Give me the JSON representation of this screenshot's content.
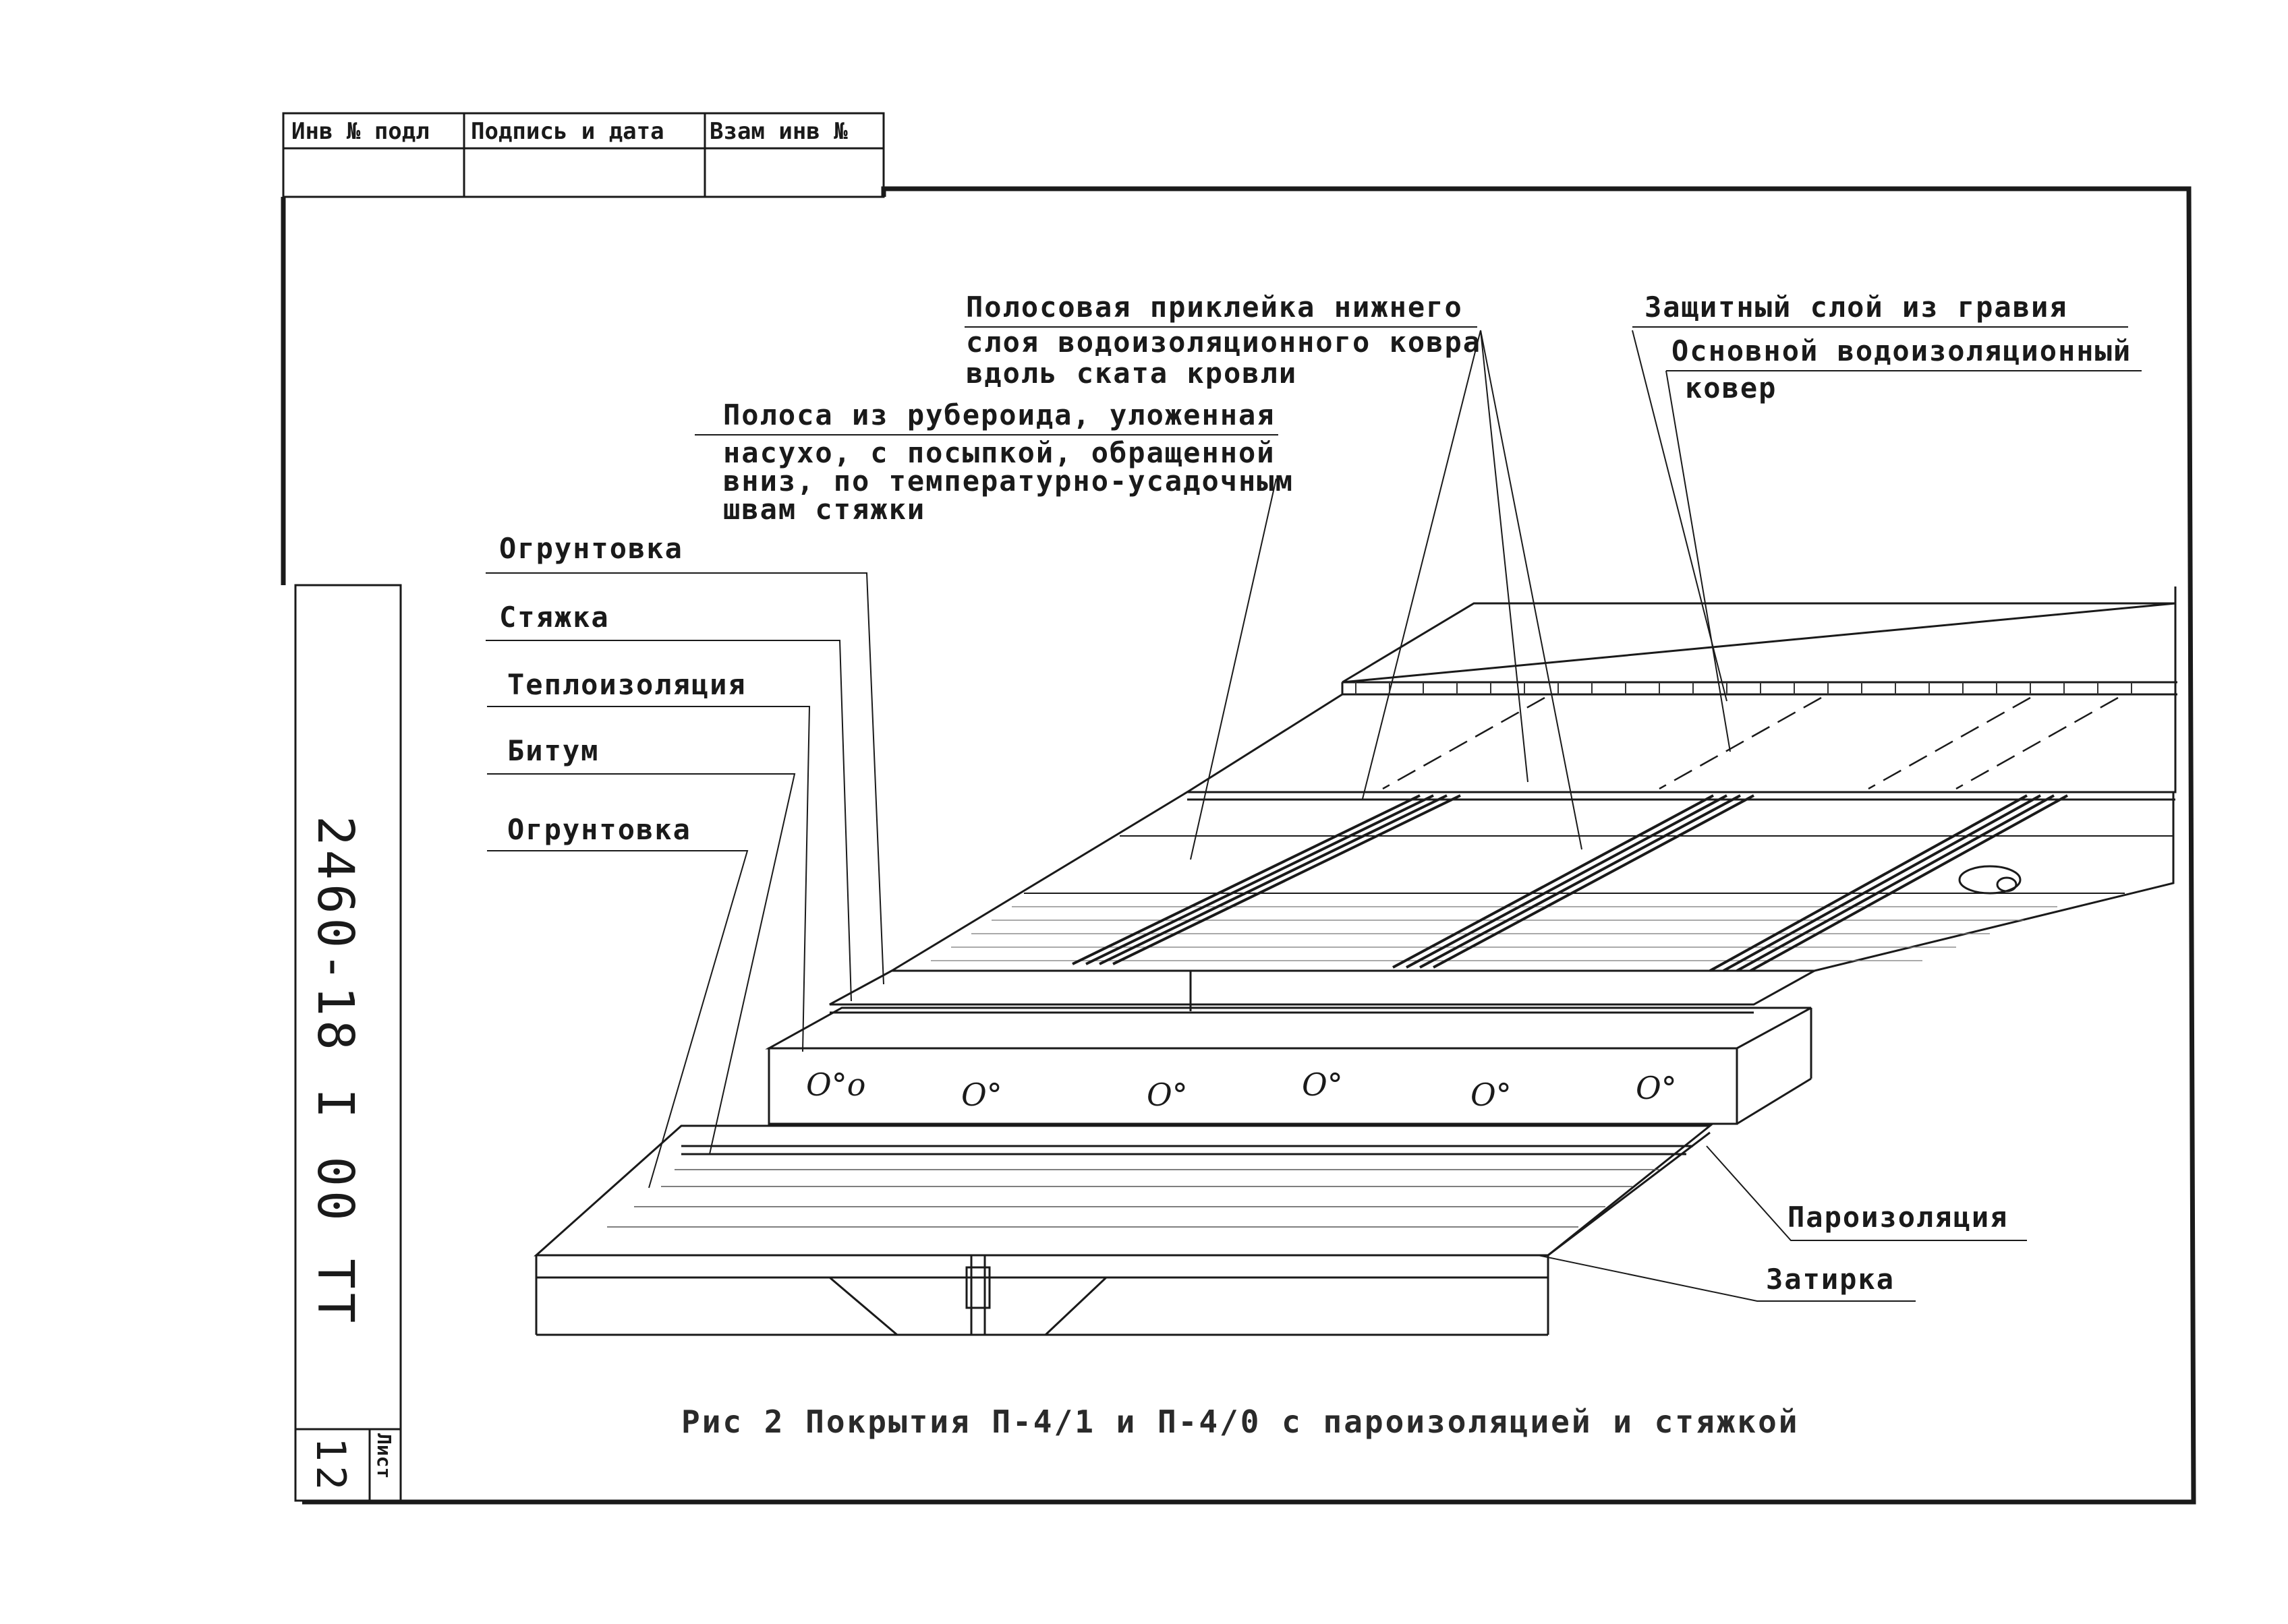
{
  "stamp": {
    "col1": "Инв № подл",
    "col2": "Подпись и дата",
    "col3": "Взам инв №"
  },
  "side": {
    "code": "2460-18 I 00 TT",
    "sheet_number": "12",
    "sheet_label": "Лист"
  },
  "labels": {
    "strip_gluing": [
      "Полосовая приклейка нижнего",
      "слоя водоизоляционного ковра",
      "вдоль ската кровли"
    ],
    "gravel": "Защитный слой из гравия",
    "main_carpet": [
      "Основной водоизоляционный",
      "ковер"
    ],
    "roofing_strip": [
      "Полоса из рубероида, уложенная",
      "насухо, с посыпкой, обращенной",
      "вниз, по температурно-усадочным",
      "швам стяжки"
    ],
    "primer_top": "Огрунтовка",
    "screed": "Стяжка",
    "insulation": "Теплоизоляция",
    "bitumen": "Битум",
    "primer_bottom": "Огрунтовка",
    "vapor_barrier": "Пароизоляция",
    "grout": "Затирка"
  },
  "caption": "Рис 2  Покрытия П-4/1 и П-4/0  с пароизоляцией и стяжкой"
}
